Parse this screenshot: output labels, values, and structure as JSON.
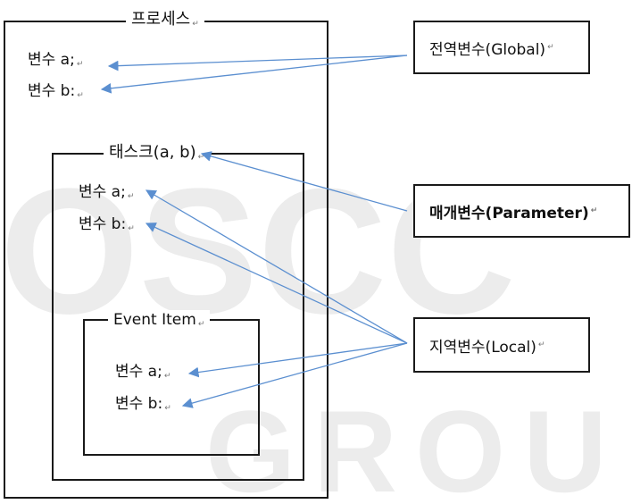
{
  "process": {
    "title": "프로세스",
    "vars": [
      "변수  a;",
      "변수  b:"
    ]
  },
  "task": {
    "title": "태스크(a, b)",
    "vars": [
      "변수  a;",
      "변수  b:"
    ]
  },
  "event": {
    "title": "Event Item",
    "vars": [
      "변수  a;",
      "변수  b:"
    ]
  },
  "labels": {
    "global": "전역변수(Global)",
    "parameter": "매개변수(Parameter)",
    "local": "지역변수(Local)"
  },
  "paragraph_mark": "↵",
  "watermark": {
    "line1": "OSCC",
    "line2": "GROUP"
  },
  "colors": {
    "arrow": "#5b8fd0",
    "line": "#1a1a1a",
    "watermark": "#ececec"
  }
}
